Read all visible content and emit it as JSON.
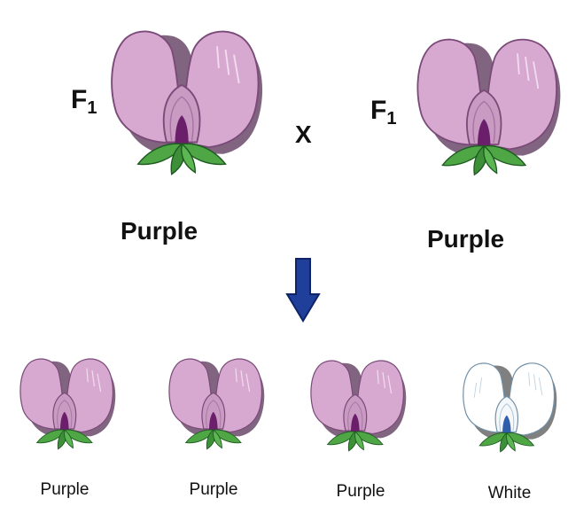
{
  "parents": {
    "left": {
      "generation_letter": "F",
      "generation_sub": "1",
      "phenotype": "Purple",
      "color": "purple"
    },
    "right": {
      "generation_letter": "F",
      "generation_sub": "1",
      "phenotype": "Purple",
      "color": "purple"
    },
    "cross_symbol": "X"
  },
  "offspring": [
    {
      "phenotype": "Purple",
      "color": "purple"
    },
    {
      "phenotype": "Purple",
      "color": "purple"
    },
    {
      "phenotype": "Purple",
      "color": "purple"
    },
    {
      "phenotype": "White",
      "color": "white"
    }
  ],
  "colors": {
    "purple_petal": "#d8a9d0",
    "purple_petal_dark": "#7a4a78",
    "white_petal": "#ffffff",
    "white_petal_dark": "#6f8fa8",
    "leaf": "#4fa645",
    "arrow": "#1f3f9a"
  }
}
